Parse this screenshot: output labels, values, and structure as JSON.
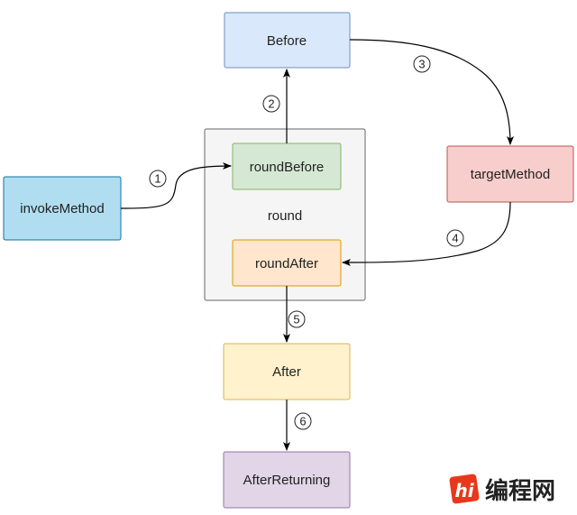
{
  "nodes": {
    "before": {
      "label": "Before",
      "fill": "#dae8fc",
      "stroke": "#6c8ebf"
    },
    "round": {
      "label": "round",
      "fill": "#f5f5f5",
      "stroke": "#666666"
    },
    "round_before": {
      "label": "roundBefore",
      "fill": "#d5e8d4",
      "stroke": "#82b366"
    },
    "round_after": {
      "label": "roundAfter",
      "fill": "#ffe6cc",
      "stroke": "#d79b00"
    },
    "invoke_method": {
      "label": "invokeMethod",
      "fill": "#b1ddf0",
      "stroke": "#10739e"
    },
    "target_method": {
      "label": "targetMethod",
      "fill": "#f8cecc",
      "stroke": "#b85450"
    },
    "after": {
      "label": "After",
      "fill": "#fff2cc",
      "stroke": "#d6b656"
    },
    "after_returning": {
      "label": "AfterReturning",
      "fill": "#e1d5e7",
      "stroke": "#9673a6"
    }
  },
  "steps": [
    "1",
    "2",
    "3",
    "4",
    "5",
    "6"
  ],
  "watermark": {
    "text": "编程网",
    "logo_text": "hi",
    "logo_color": "#e8381b",
    "text_color": "#222222"
  }
}
